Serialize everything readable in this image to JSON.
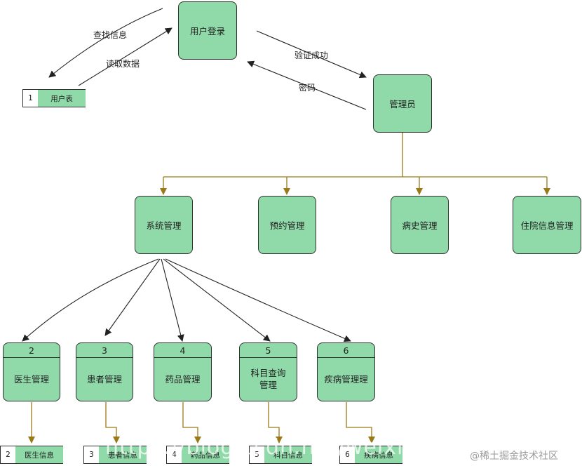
{
  "processes": {
    "login": "用户登录",
    "admin": "管理员",
    "system": "系统管理",
    "appointment": "预约管理",
    "history": "病史管理",
    "inpatient": "住院信息管理"
  },
  "subprocesses": [
    {
      "num": "2",
      "label": "医生管理"
    },
    {
      "num": "3",
      "label": "患者管理"
    },
    {
      "num": "4",
      "label": "药品管理"
    },
    {
      "num": "5",
      "label": "科目查询管理"
    },
    {
      "num": "6",
      "label": "疾病管理理"
    }
  ],
  "stores": [
    {
      "id": "1",
      "name": "用户表"
    },
    {
      "id": "2",
      "name": "医生信息"
    },
    {
      "id": "3",
      "name": "患者信息"
    },
    {
      "id": "4",
      "name": "药品信息"
    },
    {
      "id": "5",
      "name": "科目信息"
    },
    {
      "id": "6",
      "name": "疾病信息"
    }
  ],
  "flows": {
    "find_info": "查找信息",
    "read_data": "读取数据",
    "verify_ok": "验证成功",
    "password": "密码"
  },
  "watermarks": {
    "url_ghost": "https://blog.csdn.net/weixi",
    "juejin": "@稀土掘金技术社区"
  },
  "colors": {
    "node_fill": "#8fdaa8",
    "tree_line": "#9a7a18",
    "flow_line": "#222222"
  }
}
